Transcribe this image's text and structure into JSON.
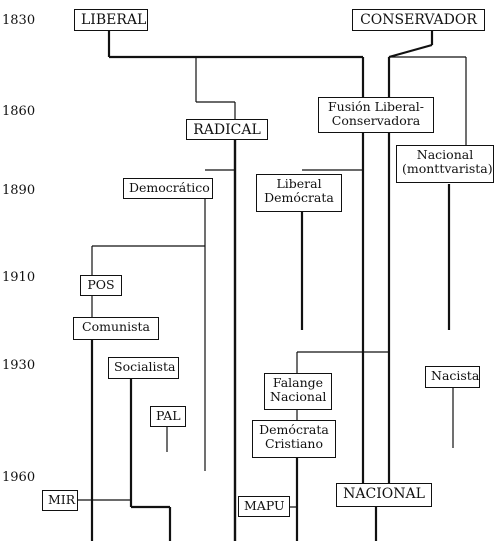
{
  "years": [
    "1830",
    "1860",
    "1890",
    "1910",
    "1930",
    "1960"
  ],
  "parties": {
    "liberal": "LIBERAL",
    "conservador": "CONSERVADOR",
    "fusion": "Fusión Liberal-Conservadora",
    "radical": "RADICAL",
    "nacional_monttvarista": "Nacional (monttvarista)",
    "democratico": "Democrático",
    "liberal_democrata": "Liberal Demócrata",
    "pos": "POS",
    "comunista": "Comunista",
    "socialista": "Socialista",
    "pal": "PAL",
    "falange": "Falange Nacional",
    "democrata_cristiano": "Demócrata Cristiano",
    "nacista": "Nacista",
    "mir": "MIR",
    "mapu": "MAPU",
    "nacional": "NACIONAL"
  }
}
